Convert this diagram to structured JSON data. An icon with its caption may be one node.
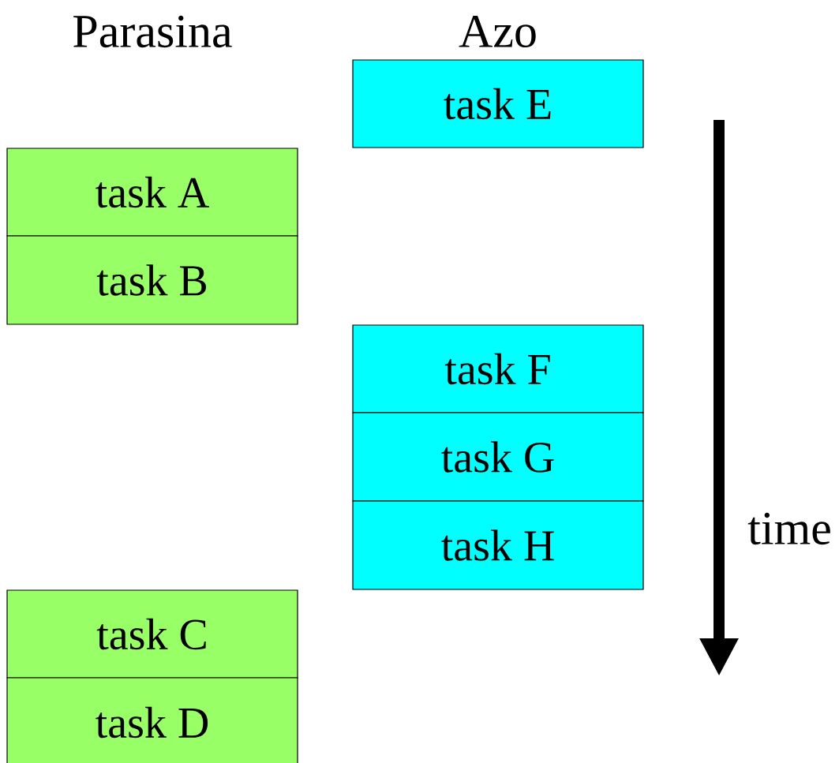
{
  "diagram": {
    "nodes": [
      {
        "text": [
          "task E"
        ]
      },
      {
        "text": [
          "task A"
        ]
      },
      {
        "text": [
          "task B"
        ]
      },
      {
        "text": [
          "task F"
        ]
      },
      {
        "text": [
          "task G"
        ]
      },
      {
        "text": [
          "task H"
        ]
      },
      {
        "text": [
          "task C"
        ]
      },
      {
        "text": [
          "task D"
        ]
      }
    ],
    "labels": [
      "Parasina",
      "Azo",
      "time"
    ]
  }
}
